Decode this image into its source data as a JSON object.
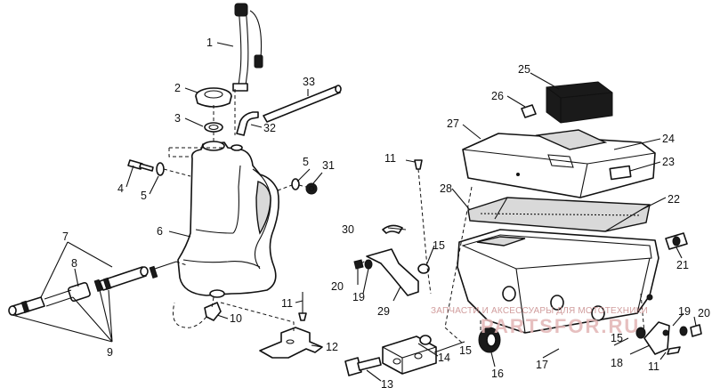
{
  "diagram": {
    "callouts": [
      {
        "id": "c1",
        "text": "1"
      },
      {
        "id": "c2",
        "text": "2"
      },
      {
        "id": "c3",
        "text": "3"
      },
      {
        "id": "c4",
        "text": "4"
      },
      {
        "id": "c5a",
        "text": "5"
      },
      {
        "id": "c5b",
        "text": "5"
      },
      {
        "id": "c6",
        "text": "6"
      },
      {
        "id": "c7",
        "text": "7"
      },
      {
        "id": "c8",
        "text": "8"
      },
      {
        "id": "c9",
        "text": "9"
      },
      {
        "id": "c10",
        "text": "10"
      },
      {
        "id": "c11a",
        "text": "11"
      },
      {
        "id": "c11b",
        "text": "11"
      },
      {
        "id": "c11c",
        "text": "11"
      },
      {
        "id": "c12",
        "text": "12"
      },
      {
        "id": "c13",
        "text": "13"
      },
      {
        "id": "c14",
        "text": "14"
      },
      {
        "id": "c15a",
        "text": "15"
      },
      {
        "id": "c15b",
        "text": "15"
      },
      {
        "id": "c15c",
        "text": "15"
      },
      {
        "id": "c16",
        "text": "16"
      },
      {
        "id": "c17",
        "text": "17"
      },
      {
        "id": "c18",
        "text": "18"
      },
      {
        "id": "c19a",
        "text": "19"
      },
      {
        "id": "c19b",
        "text": "19"
      },
      {
        "id": "c20a",
        "text": "20"
      },
      {
        "id": "c20b",
        "text": "20"
      },
      {
        "id": "c21",
        "text": "21"
      },
      {
        "id": "c22",
        "text": "22"
      },
      {
        "id": "c23",
        "text": "23"
      },
      {
        "id": "c24",
        "text": "24"
      },
      {
        "id": "c25",
        "text": "25"
      },
      {
        "id": "c26",
        "text": "26"
      },
      {
        "id": "c27",
        "text": "27"
      },
      {
        "id": "c28",
        "text": "28"
      },
      {
        "id": "c29",
        "text": "29"
      },
      {
        "id": "c30",
        "text": "30"
      },
      {
        "id": "c31",
        "text": "31"
      },
      {
        "id": "c32",
        "text": "32"
      },
      {
        "id": "c33",
        "text": "33"
      }
    ]
  },
  "watermark": {
    "line1": "ЗАПЧАСТИ И АКСЕССУАРЫ ДЛЯ МОТОТЕХНИКИ",
    "line2": "PARTSFOR.RU"
  }
}
